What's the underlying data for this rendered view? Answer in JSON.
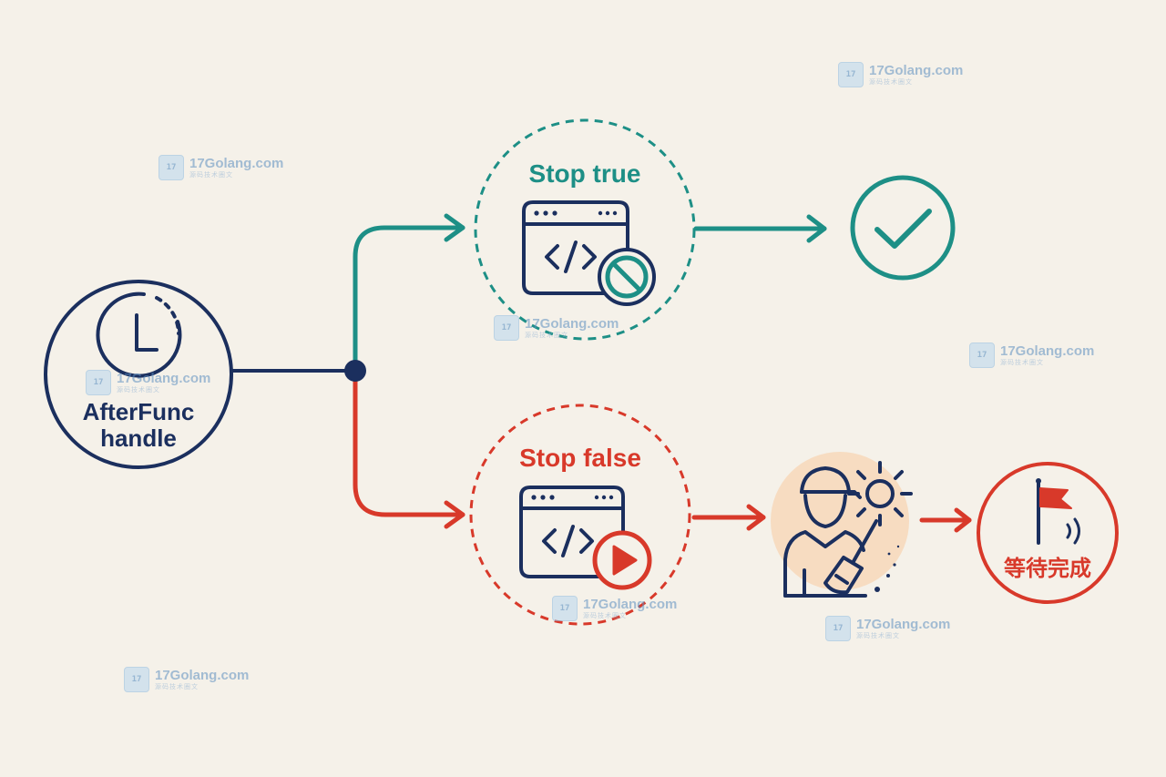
{
  "nodes": {
    "start_line1": "AfterFunc",
    "start_line2": "handle",
    "stop_true_label": "Stop true",
    "stop_false_label": "Stop false",
    "wait_label": "等待完成"
  },
  "icons": {
    "start": "clock-icon",
    "stop_true": "code-window-icon",
    "stop_true_badge": "prohibited-icon",
    "stop_false": "code-window-icon",
    "stop_false_badge": "play-icon",
    "success": "checkmark-icon",
    "cleanup": "worker-with-broom-and-gear-icon",
    "wait": "flag-icon"
  },
  "colors": {
    "navy": "#1b2f5e",
    "teal": "#1d8f86",
    "red": "#d8392a",
    "background": "#f5f1e9",
    "worker_bg": "#f7dcc1"
  },
  "watermarks": [
    {
      "text": "17Golang.com",
      "sub": "源码技术圈文"
    },
    {
      "text": "17Golang.com",
      "sub": "源码技术圈文"
    },
    {
      "text": "17Golang.com",
      "sub": "源码技术圈文"
    },
    {
      "text": "17Golang.com",
      "sub": "源码技术圈文"
    },
    {
      "text": "17Golang.com",
      "sub": "源码技术圈文"
    },
    {
      "text": "17Golang.com",
      "sub": "源码技术圈文"
    },
    {
      "text": "17Golang.com",
      "sub": "源码技术圈文"
    }
  ]
}
